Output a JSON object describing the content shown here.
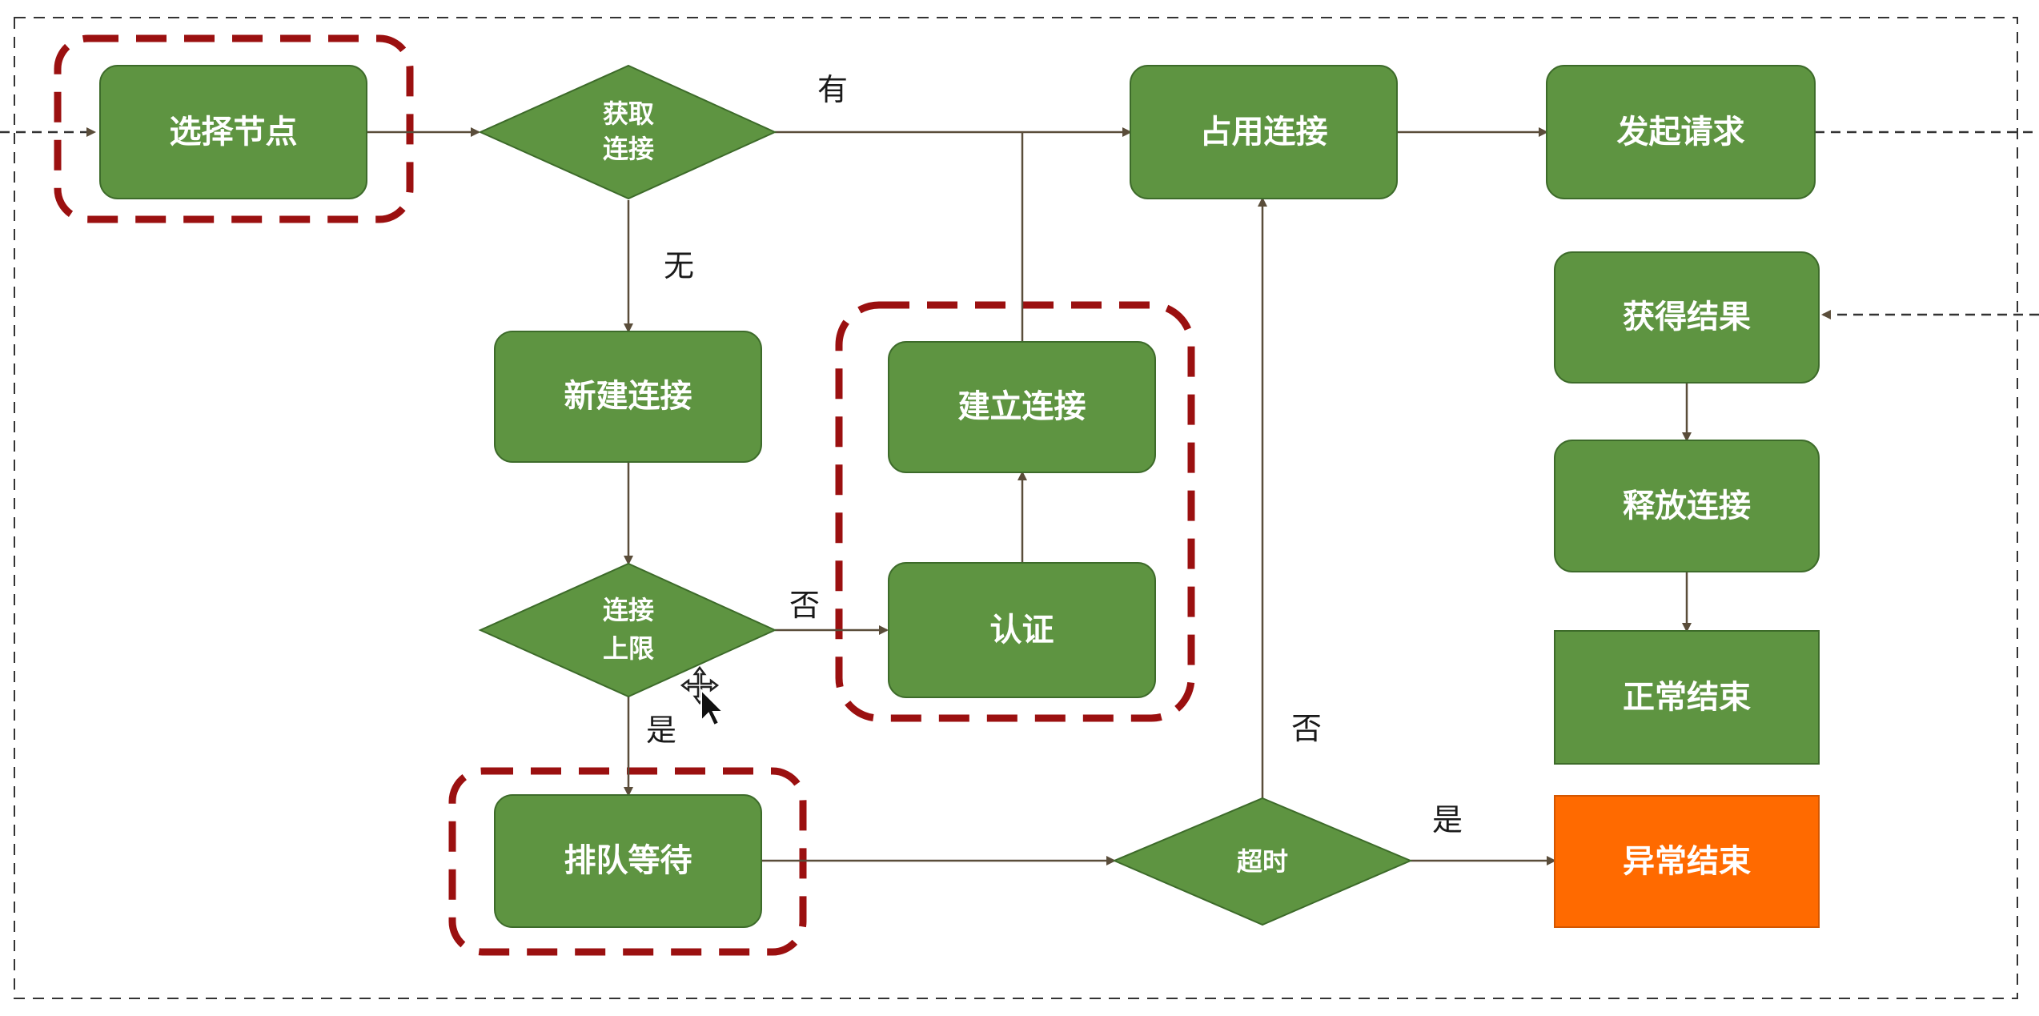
{
  "colors": {
    "node_green": "#5e9441",
    "node_stroke": "#3d6b2a",
    "node_orange": "#ff6a00",
    "edge": "#5a4d3a",
    "highlight_red": "#9b1010",
    "frame": "#333333"
  },
  "nodes": {
    "select_node": "选择节点",
    "get_conn_1": "获取",
    "get_conn_2": "连接",
    "occupy_conn": "占用连接",
    "send_request": "发起请求",
    "new_conn": "新建连接",
    "establish_conn": "建立连接",
    "get_result": "获得结果",
    "release_conn": "释放连接",
    "limit_1": "连接",
    "limit_2": "上限",
    "auth": "认证",
    "normal_end": "正常结束",
    "timeout": "超时",
    "queue_wait": "排队等待",
    "error_end": "异常结束"
  },
  "edge_labels": {
    "has": "有",
    "none": "无",
    "no_limit": "否",
    "yes_limit": "是",
    "no_timeout": "否",
    "yes_timeout": "是"
  },
  "icons": {
    "cursor": "move-cursor-icon"
  }
}
